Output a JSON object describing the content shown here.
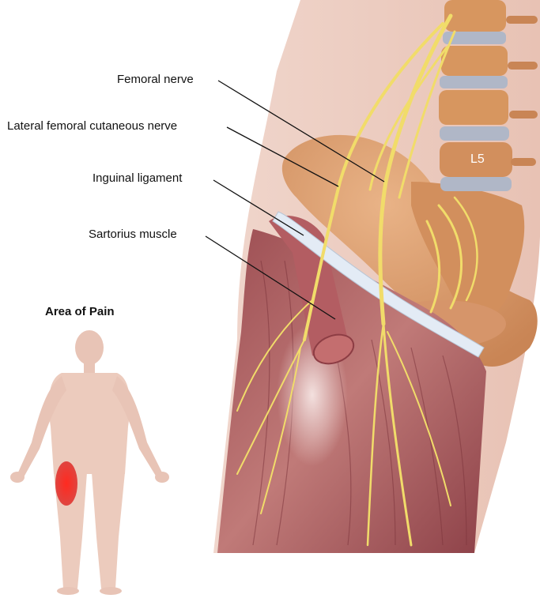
{
  "labels": {
    "femoral_nerve": "Femoral nerve",
    "lateral_femoral_cutaneous_nerve": "Lateral femoral cutaneous nerve",
    "inguinal_ligament": "Inguinal ligament",
    "sartorius_muscle": "Sartorius muscle"
  },
  "inset": {
    "title": "Area of Pain"
  },
  "vertebra": {
    "label": "L5"
  },
  "colors": {
    "nerve": "#f1dc6a",
    "bone": "#d99b6c",
    "muscle": "#b4676a",
    "skin": "#e9c4b6",
    "pain_area": "#e23a36",
    "ligament": "#dfe8f3"
  }
}
